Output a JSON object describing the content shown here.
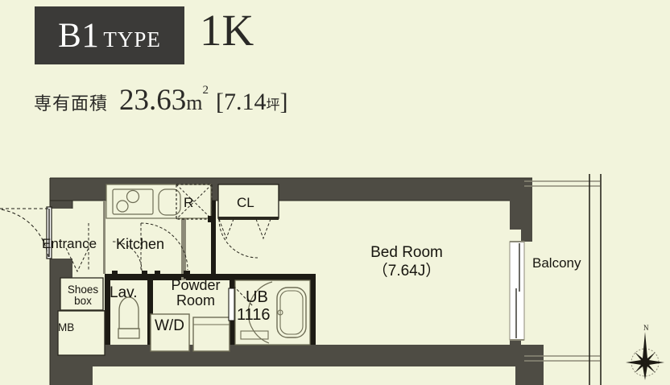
{
  "header": {
    "badge_code": "B1",
    "badge_word": "TYPE",
    "plan_type": "1K",
    "area_label": "専有面積",
    "area_value": "23.63",
    "area_unit": "m",
    "area_unit_sup": "2",
    "area_tsubo_open": "[",
    "area_tsubo_value": "7.14",
    "area_tsubo_unit": "坪",
    "area_tsubo_close": "]"
  },
  "plan": {
    "rooms": {
      "entrance": "Entrance",
      "kitchen": "Kitchen",
      "shoes_box": "Shoes\nbox",
      "shoes_box_line1": "Shoes",
      "shoes_box_line2": "box",
      "meter_box": "MB",
      "lavatory": "Lav.",
      "powder_room_line1": "Powder",
      "powder_room_line2": "Room",
      "washer_dryer": "W/D",
      "unit_bath": "UB",
      "unit_bath_size": "1116",
      "refrigerator": "R",
      "closet": "CL",
      "bed_room": "Bed Room",
      "bed_room_area": "（7.64J）",
      "balcony": "Balcony"
    },
    "compass": {
      "north_label": "N"
    }
  },
  "colors": {
    "background": "#f2f4dc",
    "wall": "#4e4c44",
    "badge": "#3b3a38",
    "text": "#17150f",
    "line": "#2a281f",
    "fixture_line": "#6e6d55"
  }
}
